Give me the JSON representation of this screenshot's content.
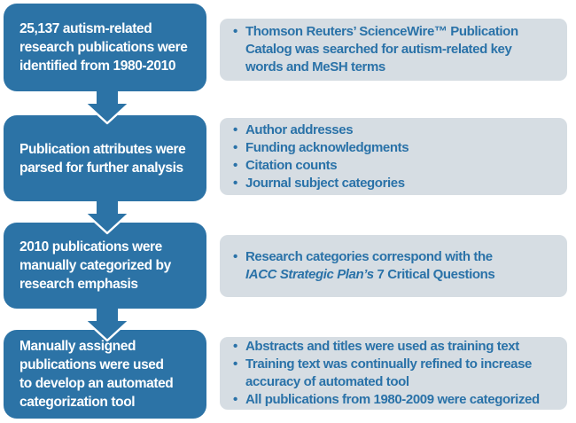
{
  "diagram": {
    "bullet_glyph": "•",
    "colors": {
      "box_blue": "#2C73A6",
      "panel_gray": "#D6DDE3",
      "bullet_text_blue": "#2A72A8",
      "box_text_white": "#FFFFFF"
    },
    "steps": [
      {
        "label": "25,137 autism-related\nresearch publications were\nidentified from 1980-2010",
        "details": [
          {
            "text": "Thomson Reuters’ ScienceWire™ Publication\nCatalog was searched for autism-related key\nwords and MeSH terms"
          }
        ]
      },
      {
        "label": "Publication attributes were\nparsed for further analysis",
        "details": [
          {
            "text": "Author addresses"
          },
          {
            "text": "Funding acknowledgments"
          },
          {
            "text": "Citation counts"
          },
          {
            "text": "Journal subject categories"
          }
        ]
      },
      {
        "label": "2010 publications were\nmanually categorized by\nresearch emphasis",
        "details": [
          {
            "text_before": "Research categories correspond with the\n",
            "text_italic": "IACC Strategic Plan’s",
            "text_after": " 7 Critical Questions"
          }
        ]
      },
      {
        "label": "Manually assigned\npublications were used\nto develop an automated\ncategorization tool",
        "details": [
          {
            "text": "Abstracts and titles were used as training text"
          },
          {
            "text": "Training text was continually refined to increase\naccuracy of automated tool"
          },
          {
            "text": "All publications from 1980-2009 were categorized"
          }
        ]
      }
    ]
  }
}
